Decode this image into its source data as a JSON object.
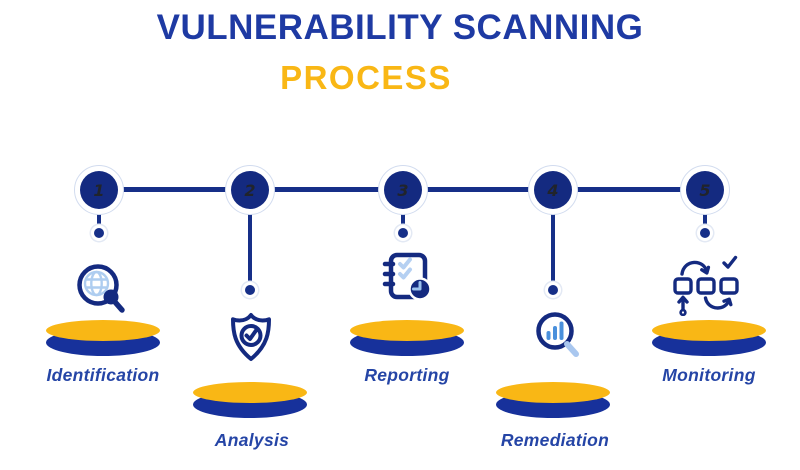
{
  "title": {
    "line1": "VULNERABILITY SCANNING",
    "line2": "PROCESS"
  },
  "steps": [
    {
      "number": "1",
      "label": "Identification",
      "icon": "globe-magnifier-icon",
      "connector": "short"
    },
    {
      "number": "2",
      "label": "Analysis",
      "icon": "shield-check-icon",
      "connector": "long"
    },
    {
      "number": "3",
      "label": "Reporting",
      "icon": "notebook-clock-icon",
      "connector": "short"
    },
    {
      "number": "4",
      "label": "Remediation",
      "icon": "bar-chart-magnifier-icon",
      "connector": "long"
    },
    {
      "number": "5",
      "label": "Monitoring",
      "icon": "process-flow-icon",
      "connector": "short"
    }
  ],
  "colors": {
    "navy": "#142a80",
    "timeline_navy": "#162f88",
    "cylinder_blue": "#17319b",
    "title_blue": "#1e3aa3",
    "label_blue": "#2545a6",
    "yellow": "#f9b715",
    "light_blue": "#aecdf0",
    "mid_blue": "#4a90dc"
  }
}
